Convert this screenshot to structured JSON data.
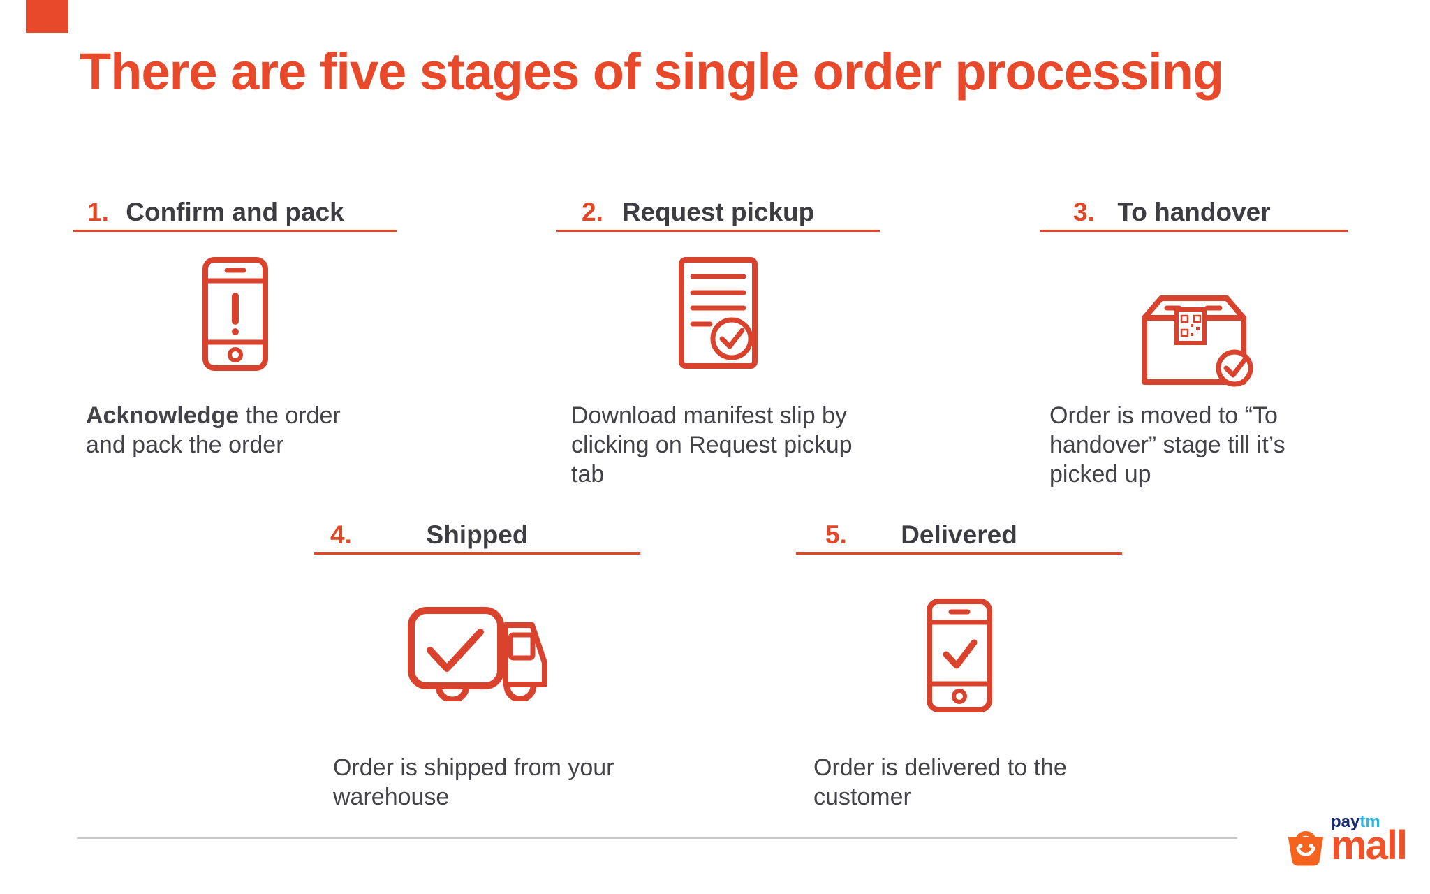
{
  "title": "There are five stages of single order processing",
  "stages": [
    {
      "number": "1.",
      "label": "Confirm and pack",
      "icon": "smartphone-alert-icon",
      "desc_bold": "Acknowledge",
      "desc": " the order\nand pack the order"
    },
    {
      "number": "2.",
      "label": "Request pickup",
      "icon": "manifest-slip-check-icon",
      "desc": "Download manifest slip by\nclicking on Request pickup\ntab"
    },
    {
      "number": "3.",
      "label": "To handover",
      "icon": "package-qr-check-icon",
      "desc": "Order is moved to “To\nhandover” stage till it’s\npicked up"
    },
    {
      "number": "4.",
      "label": "Shipped",
      "icon": "truck-check-icon",
      "desc": "Order is shipped from your\nwarehouse"
    },
    {
      "number": "5.",
      "label": "Delivered",
      "icon": "smartphone-check-icon",
      "desc": "Order is delivered to the\ncustomer"
    }
  ],
  "footer": {
    "brand_pay": "pay",
    "brand_tm": "tm",
    "brand_mall": "mall"
  },
  "colors": {
    "title_red": "#e8492b",
    "accent": "#e04727",
    "icon_red": "#d9432e",
    "heading": "#3d3c40",
    "body": "#434247",
    "divider": "#c9c9c9",
    "logo_navy": "#172a72",
    "logo_blue": "#29b8ea",
    "logo_orange": "#f0532a",
    "logo_bag": "#f4641e"
  }
}
